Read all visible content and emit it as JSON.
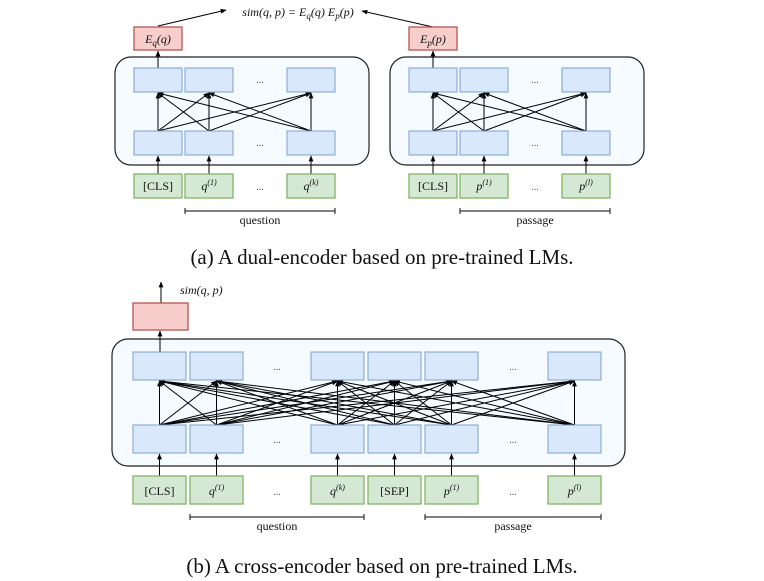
{
  "figure": {
    "colors": {
      "hidden_fill": "#dae8fc",
      "hidden_stroke": "#7c9fcc",
      "token_fill": "#d5e8d4",
      "token_stroke": "#82b366",
      "output_fill": "#f8cecc",
      "output_stroke": "#b85450",
      "frame_fill": "#f5fbff"
    },
    "ellipsis": "...",
    "dual_encoder": {
      "caption": "(a) A dual-encoder based on pre-trained LMs.",
      "similarity": {
        "prefix": "sim(q, p) = E",
        "sub_q": "q",
        "mid": "(q) E",
        "sub_p": "p",
        "suffix": "(p)"
      },
      "question_encoder": {
        "output": {
          "base": "E",
          "sub": "q",
          "arg": "(q)"
        },
        "tokens": [
          {
            "base": "[CLS]",
            "sup": ""
          },
          {
            "base": "q",
            "sup": "(1)"
          },
          {
            "base": "q",
            "sup": "(k)"
          }
        ],
        "span_label": "question"
      },
      "passage_encoder": {
        "output": {
          "base": "E",
          "sub": "p",
          "arg": "(p)"
        },
        "tokens": [
          {
            "base": "[CLS]",
            "sup": ""
          },
          {
            "base": "p",
            "sup": "(1)"
          },
          {
            "base": "p",
            "sup": "(l)"
          }
        ],
        "span_label": "passage"
      }
    },
    "cross_encoder": {
      "caption": "(b) A cross-encoder based on pre-trained LMs.",
      "output_label": "sim(q, p)",
      "tokens": [
        {
          "base": "[CLS]",
          "sup": ""
        },
        {
          "base": "q",
          "sup": "(1)"
        },
        {
          "base": "q",
          "sup": "(k)"
        },
        {
          "base": "[SEP]",
          "sup": ""
        },
        {
          "base": "p",
          "sup": "(1)"
        },
        {
          "base": "p",
          "sup": "(l)"
        }
      ],
      "spans": [
        {
          "label": "question"
        },
        {
          "label": "passage"
        }
      ]
    }
  }
}
